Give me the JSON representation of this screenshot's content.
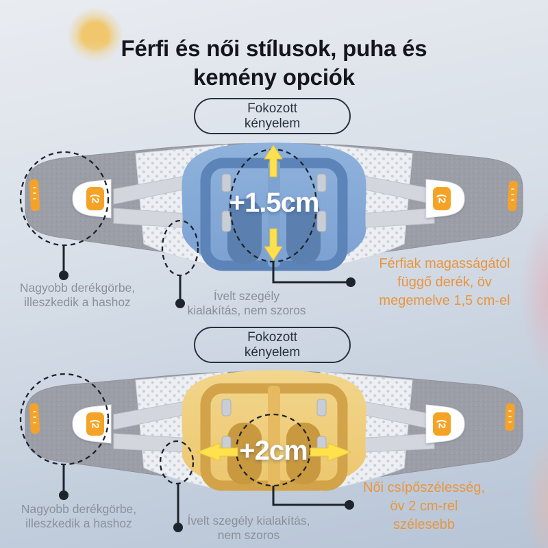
{
  "title": {
    "lines": [
      "Férfi és női stílusok, puha és",
      "kemény opciók"
    ]
  },
  "belt_tab_logo": "(2",
  "sections": [
    {
      "badge_lines": [
        "Fokozott",
        "kényelem"
      ],
      "measurement": "+1.5cm",
      "callout_left": [
        "Nagyobb derékgörbe,",
        "illeszkedik a hashoz"
      ],
      "callout_mid": [
        "Ívelt szegély",
        "kialakítás, nem szoros"
      ],
      "callout_right": [
        "Férfiak magasságától",
        "függő derék, öv",
        "megemelve 1,5 cm-el"
      ]
    },
    {
      "badge_lines": [
        "Fokozott",
        "kényelem"
      ],
      "measurement": "+2cm",
      "callout_left": [
        "Nagyobb derékgörbe,",
        "illeszkedik a hashoz"
      ],
      "callout_mid": [
        "Ívelt szegély kialakítás,",
        "nem szoros"
      ],
      "callout_right": [
        "Női csípőszélesség,",
        "öv 2 cm-rel",
        "szélesebb"
      ]
    }
  ],
  "colors": {
    "bg_top": "#e9ecf1",
    "bg_mid": "#d8dfe8",
    "bg_bottom": "#b6c4d6",
    "title_ink": "#15151d",
    "ink": "#27313d",
    "callout_gray": "#8b909b",
    "accent_orange": "#e9953f",
    "arrow_yellow": "#ffe14d",
    "line_dark": "#1d242c",
    "sun": "#f0c76c",
    "belt1_panel_light": "#8fb2dc",
    "belt1_panel": "#7ca1d2",
    "belt1_panel_dark": "#5d84b8",
    "belt1_panel_deep": "#5b80af",
    "belt2_panel_light": "#f2d68c",
    "belt2_panel": "#ecc66e",
    "belt2_panel_dark": "#d2a348",
    "belt2_panel_deep": "#c9993f",
    "logo_orange": "#f5a328"
  }
}
